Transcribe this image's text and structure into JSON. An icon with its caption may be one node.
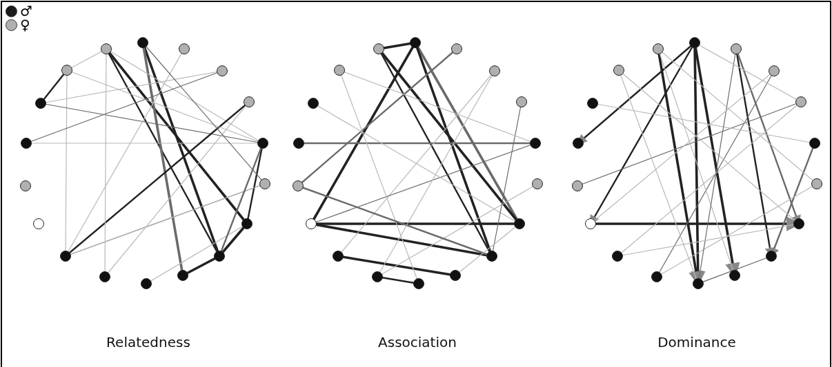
{
  "diagram": {
    "labels": [
      "Relatedness",
      "Association",
      "Dominance"
    ],
    "legend": [
      {
        "text": "♂",
        "color": "#1a1a1a"
      },
      {
        "text": "♀",
        "color": "#b0b0b0"
      }
    ]
  }
}
